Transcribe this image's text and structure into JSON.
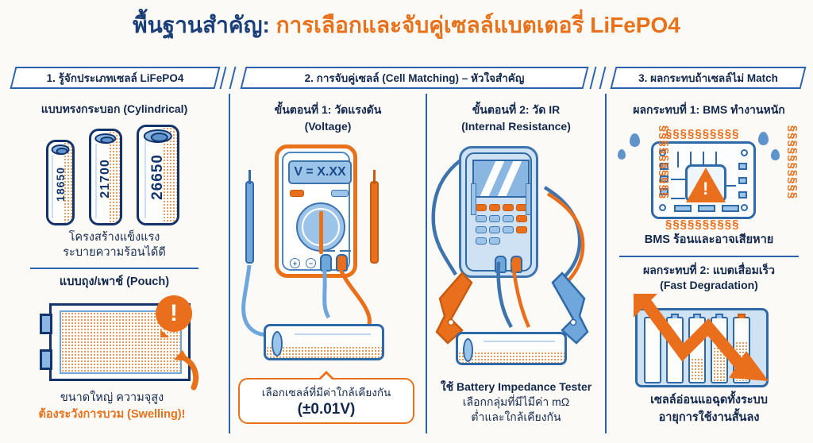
{
  "colors": {
    "navy": "#13284d",
    "blue": "#2a62ae",
    "orange": "#e8711a",
    "background": "#fbfaf7",
    "light_blue": "#9cc3e8",
    "copper": "#e79a5c"
  },
  "title": {
    "dark_part": "พื้นฐานสำคัญ:",
    "orange_part": "การเลือกและจับคู่เซลล์แบตเตอรี่ LiFePO4"
  },
  "sections": [
    {
      "id": "s1",
      "label": "1. รู้จักประเภทเซลล์ LiFePO4"
    },
    {
      "id": "s2",
      "label": "2. การจับคู่เซลล์ (Cell Matching) – หัวใจสำคัญ"
    },
    {
      "id": "s3",
      "label": "3. ผลกระทบถ้าเซลล์ไม่ Match"
    }
  ],
  "column1": {
    "cylindrical": {
      "heading": "แบบทรงกระบอก (Cylindrical)",
      "cells": [
        {
          "label": "18650"
        },
        {
          "label": "21700"
        },
        {
          "label": "26650"
        }
      ],
      "caption_line1": "โครงสร้างแข็งแรง",
      "caption_line2": "ระบายความร้อนได้ดี"
    },
    "pouch": {
      "heading": "แบบถุง/เพาช์ (Pouch)",
      "alert_icon": "exclamation-icon",
      "caption_line1": "ขนาดใหญ่ ความจุสูง",
      "caption_line2": "ต้องระวังการบวม (Swelling)!"
    }
  },
  "column2": {
    "step1": {
      "heading_line1": "ขั้นตอนที่ 1: วัดแรงดัน",
      "heading_line2": "(Voltage)",
      "display_value": "V = X.XX",
      "plus_label": "+",
      "minus_label": "−",
      "bubble_line1": "เลือกเซลล์ที่มีค่าใกล้เคียงกัน",
      "bubble_line2": "(±0.01V)"
    },
    "step2": {
      "heading_line1": "ขั้นตอนที่ 2: วัด IR",
      "heading_line2": "(Internal Resistance)",
      "caption_line1": "ใช้ Battery Impedance Tester",
      "caption_line2": "เลือกกลุ่มที่มีไมีค่า mΩ",
      "caption_line3": "ต่ำและใกล้เคียงกัน"
    }
  },
  "column3": {
    "impact1": {
      "heading": "ผลกระทบที่ 1: BMS ทำงานหนัก",
      "warning_icon": "warning-triangle-icon",
      "heat_glyphs": "§§§§§§§§§§",
      "caption": "BMS ร้อนและอาจเสียหาย"
    },
    "impact2": {
      "heading_line1": "ผลกระทบที่ 2: แบตเสื่อมเร็ว",
      "heading_line2": "(Fast Degradation)",
      "arrow_icon": "down-trend-arrow-icon",
      "caption_line1": "เซลล์อ่อนแอฉุดทั้งระบบ",
      "caption_line2": "อายุการใช้งานสั้นลง"
    }
  }
}
